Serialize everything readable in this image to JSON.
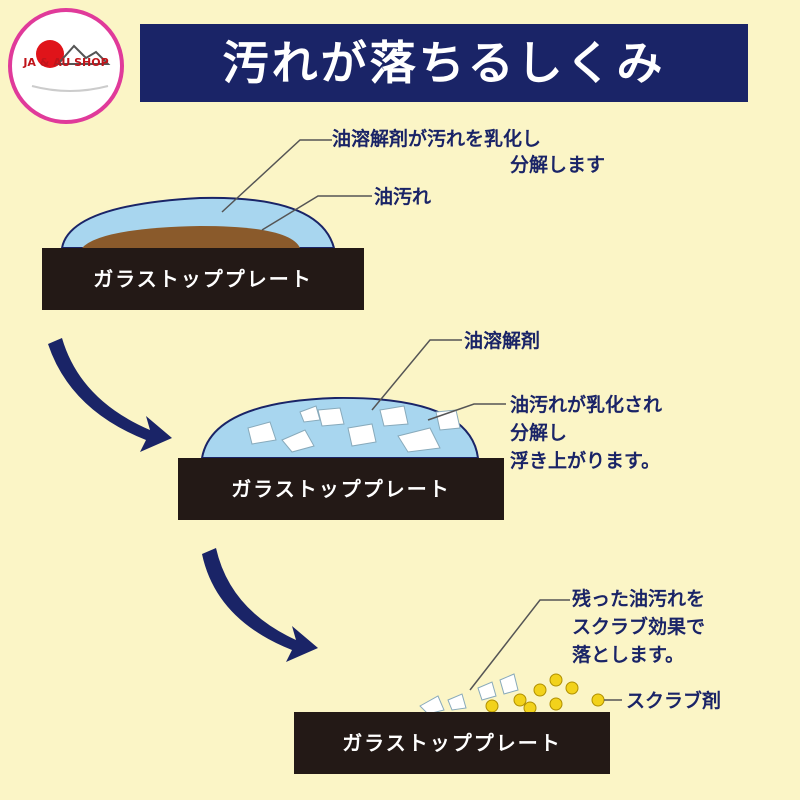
{
  "logo": {
    "text": "JA & AU SHOP"
  },
  "title": "汚れが落ちるしくみ",
  "plate_label": "ガラストッププレート",
  "step1": {
    "label_emulsify_line1": "油溶解剤が汚れを乳化し",
    "label_emulsify_line2": "分解します",
    "label_dirt": "油汚れ"
  },
  "step2": {
    "label_solvent": "油溶解剤",
    "label_lift_line1": "油汚れが乳化され",
    "label_lift_line2": "分解し",
    "label_lift_line3": "浮き上がります。"
  },
  "step3": {
    "label_scrub_line1": "残った油汚れを",
    "label_scrub_line2": "スクラブ効果で",
    "label_scrub_line3": "落とします。",
    "label_agent": "スクラブ剤"
  },
  "colors": {
    "background": "#fbf5c6",
    "title_bar": "#1a2467",
    "plate": "#231916",
    "solvent": "#a8d6ef",
    "dirt": "#8a5a2b",
    "scrub": "#f2d21b",
    "arrow": "#1a2467"
  }
}
